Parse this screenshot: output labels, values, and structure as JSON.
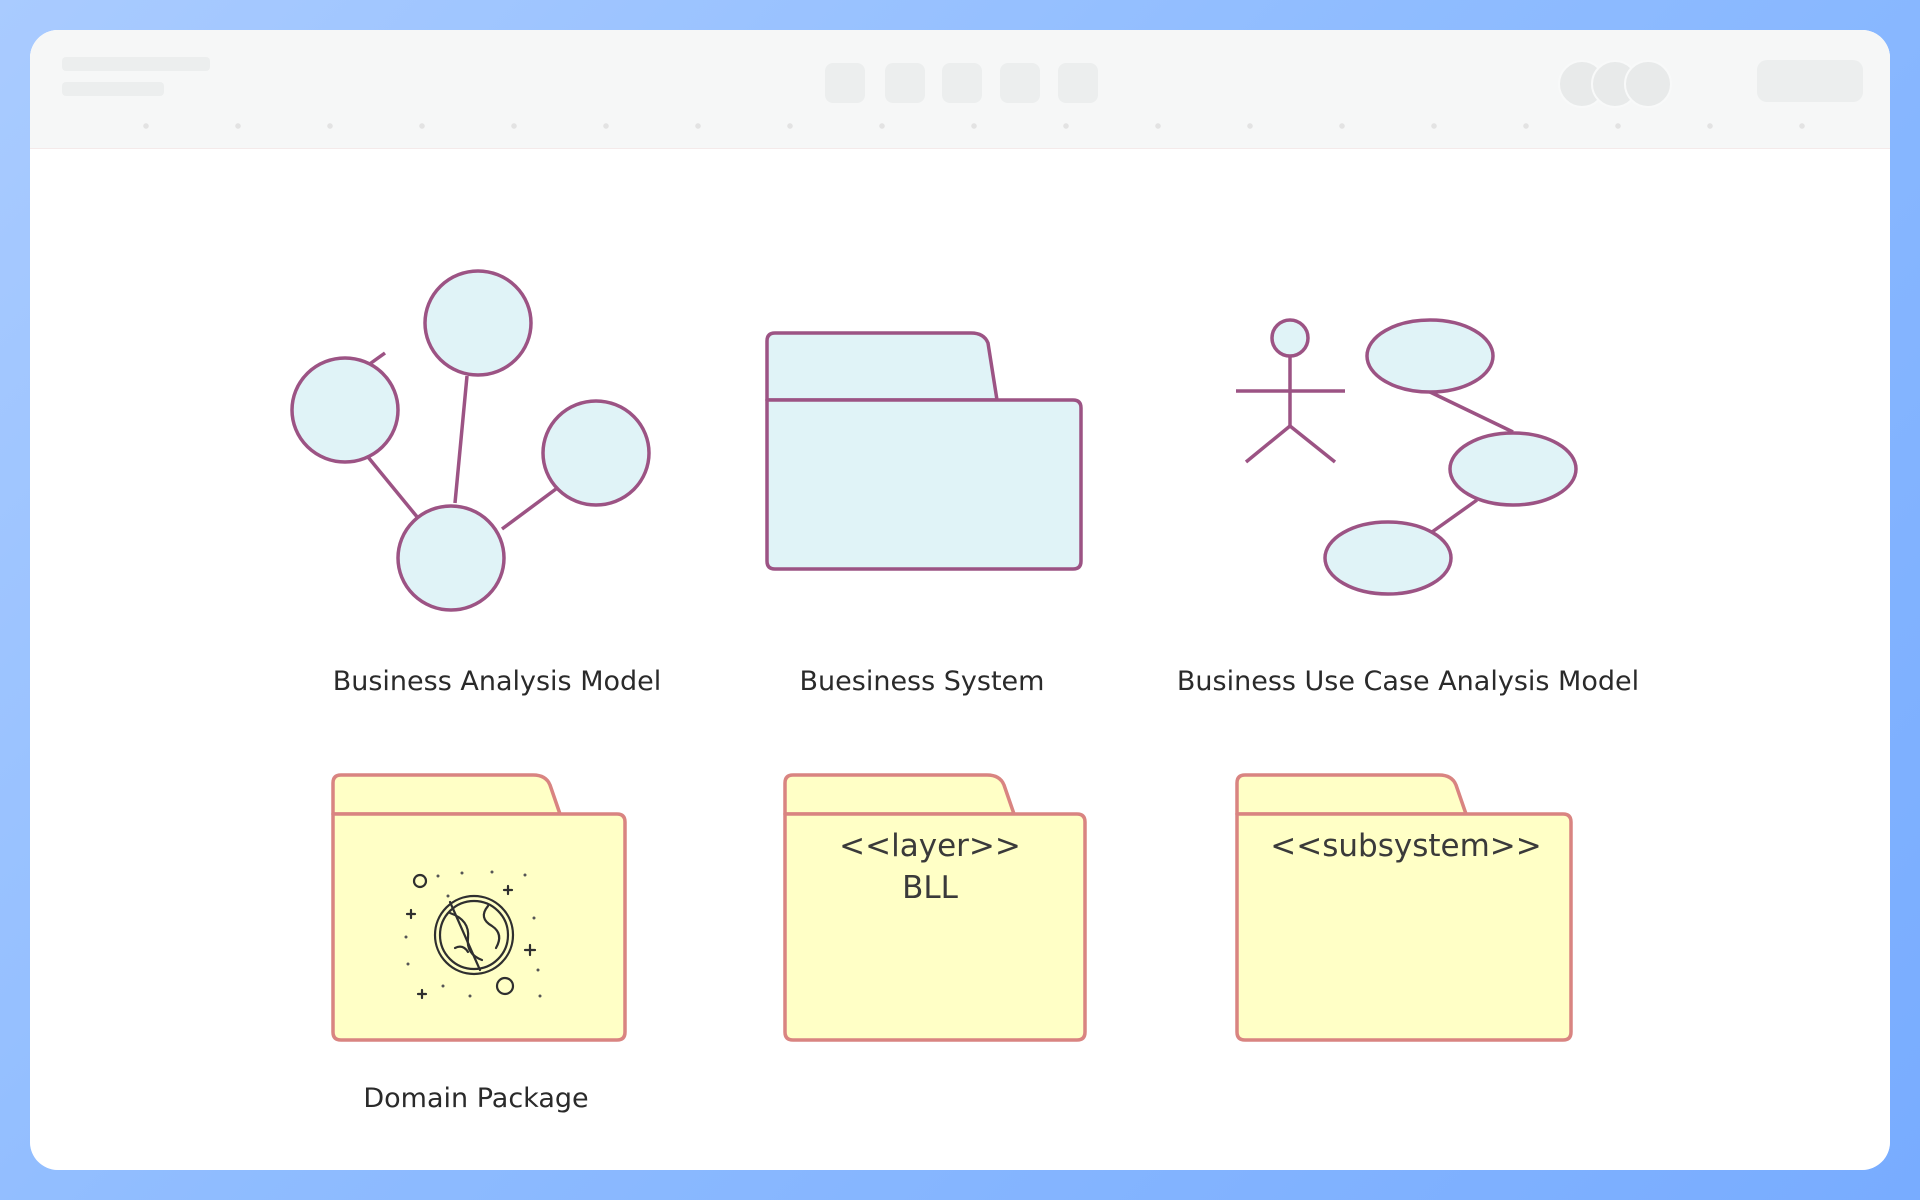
{
  "colors": {
    "background_gradient": [
      "#a9cbff",
      "#78acff"
    ],
    "blue_fill": "#e0f3f7",
    "blue_stroke": "#9c5384",
    "yellow_fill": "#ffffc6",
    "yellow_stroke": "#d98481",
    "label_text": "#2a2a2a"
  },
  "diagram": {
    "elements": [
      {
        "id": "business-analysis-model",
        "label": "Business Analysis Model",
        "icon": "node-graph-icon"
      },
      {
        "id": "business-system",
        "label": "Buesiness System",
        "icon": "folder-icon"
      },
      {
        "id": "business-use-case-analysis-model",
        "label": "Business Use Case Analysis Model",
        "icon": "actor-use-case-icon"
      },
      {
        "id": "domain-package",
        "label": "Domain Package",
        "icon": "globe-icon"
      },
      {
        "id": "layer-package",
        "stereotype": "<<layer>>",
        "name": "BLL"
      },
      {
        "id": "subsystem-package",
        "stereotype": "<<subsystem>>"
      }
    ]
  }
}
